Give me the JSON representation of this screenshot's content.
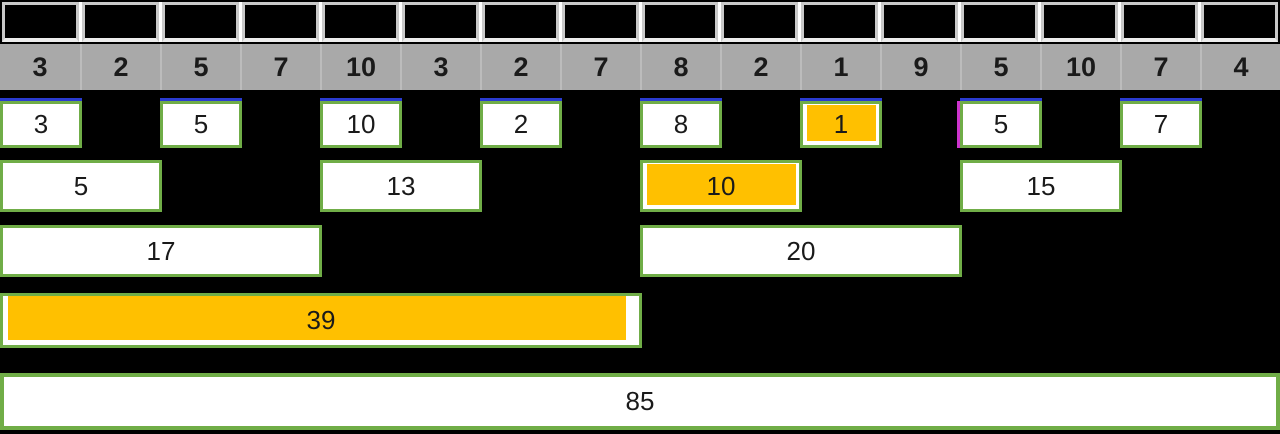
{
  "colors": {
    "background": "#000000",
    "top_cell_border": "#c9c9c9",
    "gray_row_fill": "#a9a9a9",
    "text_color": "#1a1a1a",
    "box_border": "#70ad47",
    "box_fill": "#ffffff",
    "highlight_fill": "#ffc000",
    "blue_edge": "#2a3bd0",
    "magenta_edge": "#cc33cc"
  },
  "input_row": {
    "cell_count": 16
  },
  "array_row": {
    "values": [
      3,
      2,
      5,
      7,
      10,
      3,
      2,
      7,
      8,
      2,
      1,
      9,
      5,
      10,
      7,
      4
    ]
  },
  "tree_levels": [
    {
      "name": "leaf-sums",
      "boxes": [
        {
          "label": 3,
          "col": 0,
          "span": 1,
          "highlight": false
        },
        {
          "label": 5,
          "col": 2,
          "span": 1,
          "highlight": false
        },
        {
          "label": 10,
          "col": 4,
          "span": 1,
          "highlight": false
        },
        {
          "label": 2,
          "col": 6,
          "span": 1,
          "highlight": false
        },
        {
          "label": 8,
          "col": 8,
          "span": 1,
          "highlight": false
        },
        {
          "label": 1,
          "col": 10,
          "span": 1,
          "highlight": true
        },
        {
          "label": 5,
          "col": 12,
          "span": 1,
          "highlight": false,
          "left_edge_color": "#cc33cc"
        },
        {
          "label": 7,
          "col": 14,
          "span": 1,
          "highlight": false
        }
      ]
    },
    {
      "name": "pair-sums",
      "boxes": [
        {
          "label": 5,
          "col": 0,
          "span": 2,
          "highlight": false
        },
        {
          "label": 13,
          "col": 4,
          "span": 2,
          "highlight": false
        },
        {
          "label": 10,
          "col": 8,
          "span": 2,
          "highlight": true
        },
        {
          "label": 15,
          "col": 12,
          "span": 2,
          "highlight": false
        }
      ]
    },
    {
      "name": "quad-sums",
      "boxes": [
        {
          "label": 17,
          "col": 0,
          "span": 4,
          "highlight": false
        },
        {
          "label": 20,
          "col": 8,
          "span": 4,
          "highlight": false
        }
      ]
    },
    {
      "name": "oct-sums",
      "boxes": [
        {
          "label": 39,
          "col": 0,
          "span": 8,
          "highlight": true
        }
      ]
    },
    {
      "name": "total-sum",
      "boxes": [
        {
          "label": 85,
          "col": 0,
          "span": 16,
          "highlight": false
        }
      ]
    }
  ]
}
